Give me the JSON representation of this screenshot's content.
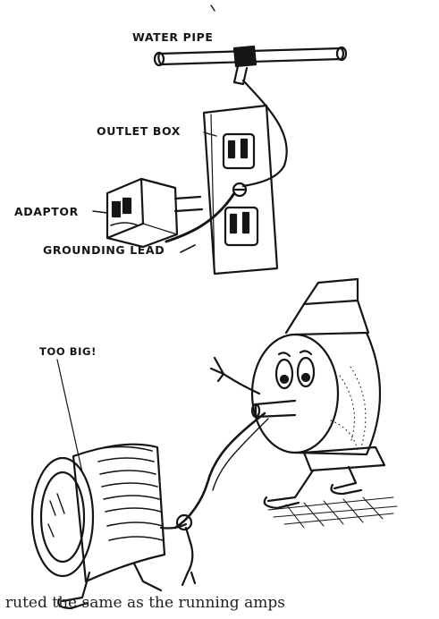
{
  "labels": {
    "water_pipe": "WATER PIPE",
    "outlet_box": "OUTLET BOX",
    "adaptor": "ADAPTOR",
    "grounding_lead": "GROUNDING LEAD",
    "too_big": "TOO BIG!"
  },
  "caption": "ruted the same as the running amps",
  "colors": {
    "ink": "#151515",
    "paper": "#ffffff"
  }
}
